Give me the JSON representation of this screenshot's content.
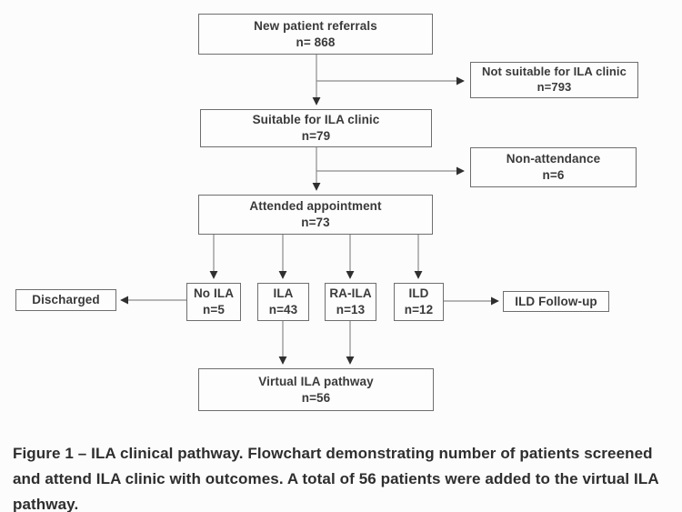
{
  "figure": {
    "caption": "Figure 1 – ILA clinical pathway. Flowchart demonstrating number of patients screened and attend ILA clinic with outcomes. A total of 56 patients were added to the virtual ILA pathway."
  },
  "nodes": {
    "new_referrals": {
      "label": "New patient referrals",
      "count": "n= 868"
    },
    "not_suitable": {
      "label": "Not suitable for ILA clinic",
      "count": "n=793"
    },
    "suitable": {
      "label": "Suitable for ILA clinic",
      "count": "n=79"
    },
    "non_attendance": {
      "label": "Non-attendance",
      "count": "n=6"
    },
    "attended": {
      "label": "Attended appointment",
      "count": "n=73"
    },
    "no_ila": {
      "label": "No ILA",
      "count": "n=5"
    },
    "ila": {
      "label": "ILA",
      "count": "n=43"
    },
    "ra_ila": {
      "label": "RA-ILA",
      "count": "n=13"
    },
    "ild": {
      "label": "ILD",
      "count": "n=12"
    },
    "discharged": {
      "label": "Discharged"
    },
    "ild_followup": {
      "label": "ILD Follow-up"
    },
    "virtual": {
      "label": "Virtual ILA pathway",
      "count": "n=56"
    }
  },
  "flowchart": {
    "type": "flowchart",
    "edges": [
      [
        "new_referrals",
        "not_suitable"
      ],
      [
        "new_referrals",
        "suitable"
      ],
      [
        "suitable",
        "non_attendance"
      ],
      [
        "suitable",
        "attended"
      ],
      [
        "attended",
        "no_ila"
      ],
      [
        "attended",
        "ila"
      ],
      [
        "attended",
        "ra_ila"
      ],
      [
        "attended",
        "ild"
      ],
      [
        "no_ila",
        "discharged"
      ],
      [
        "ild",
        "ild_followup"
      ],
      [
        "ila",
        "virtual"
      ],
      [
        "ra_ila",
        "virtual"
      ]
    ]
  },
  "colors": {
    "background": "#fcfcfc",
    "box_border": "#6e6e6e",
    "line": "#8a8a8a",
    "arrowhead": "#2f2f2f",
    "text": "#3a3a3a"
  }
}
